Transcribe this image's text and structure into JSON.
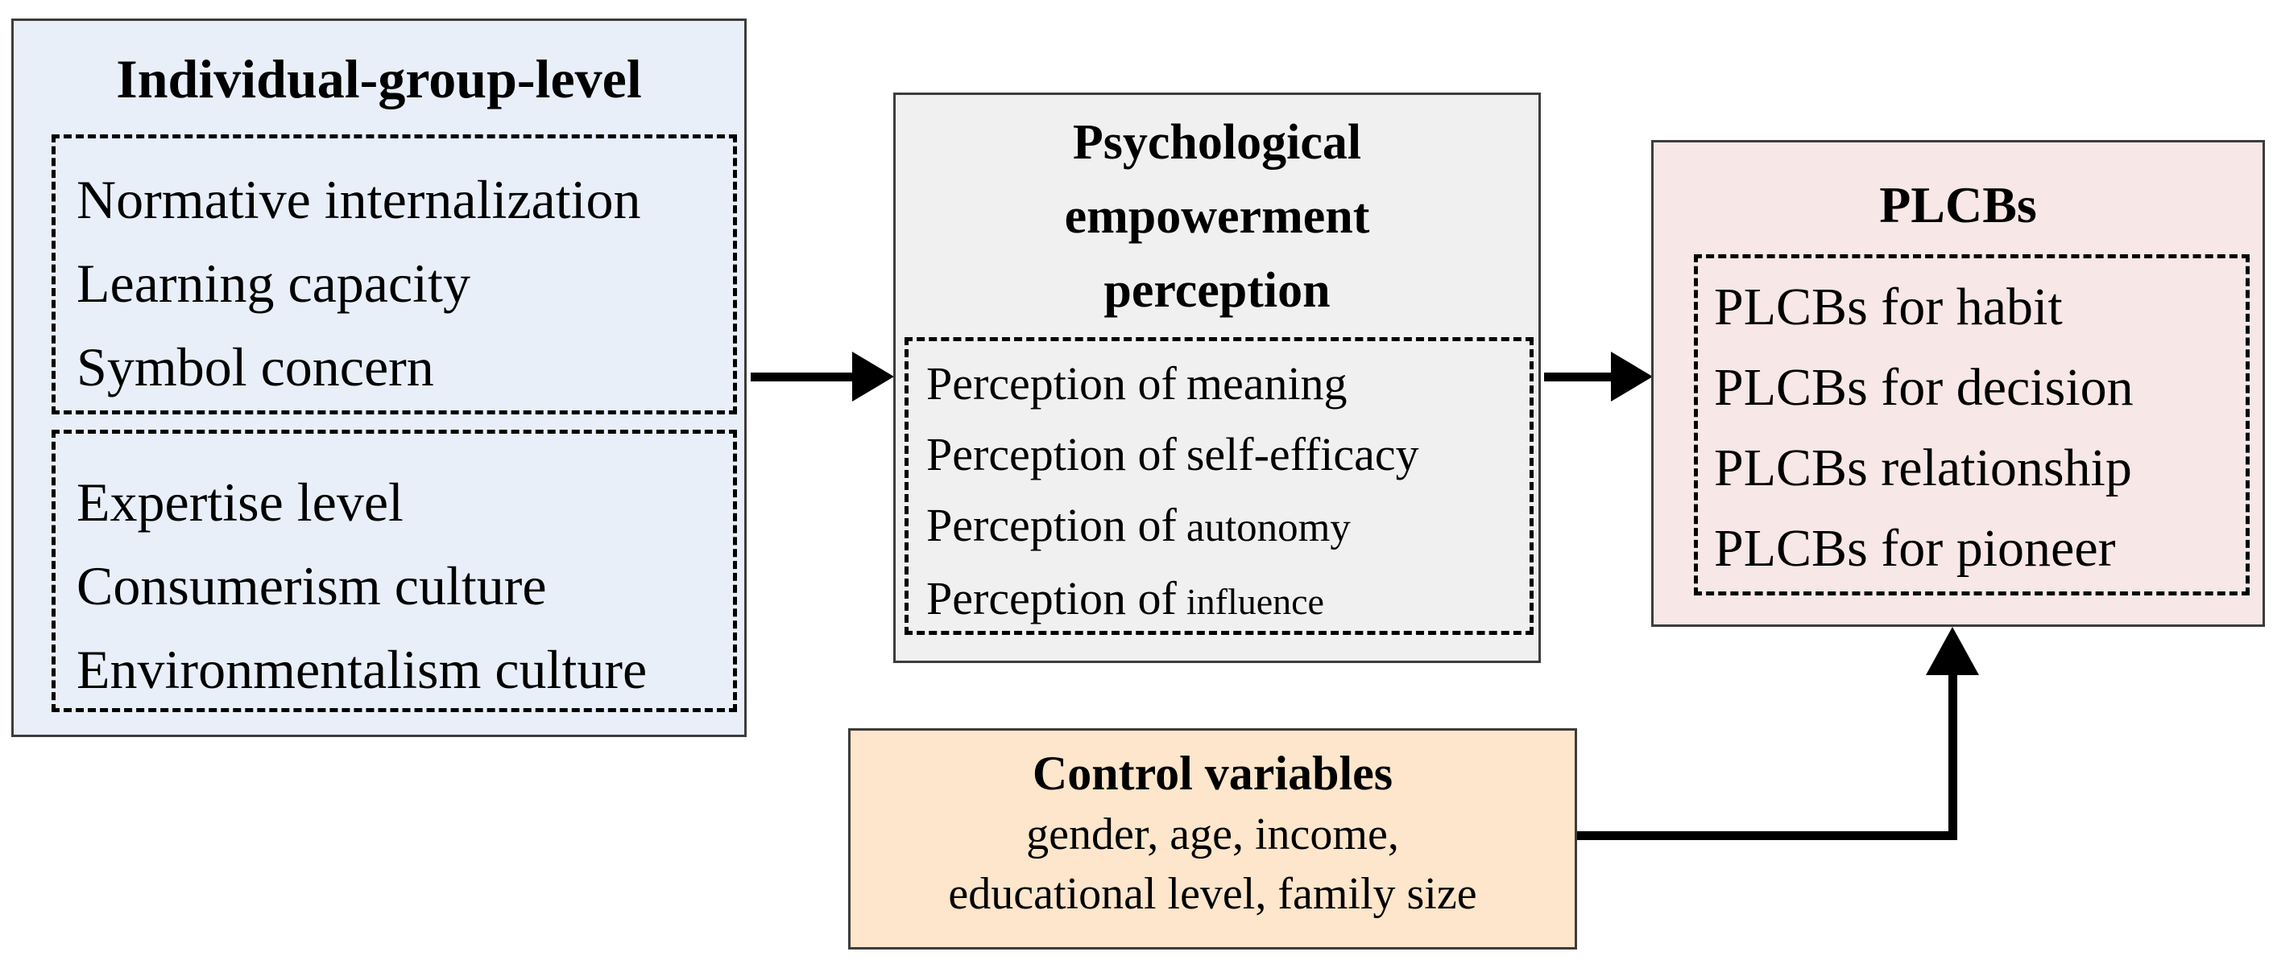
{
  "figure": {
    "type": "conceptual-framework-diagram"
  },
  "colors": {
    "individual_bg": "#e9eff9",
    "psychological_bg": "#f0f0f0",
    "plcbs_bg": "#f7e7e7",
    "control_bg": "#fde6cb",
    "line": "#000000"
  },
  "boxes": {
    "individual": {
      "title": "Individual-group-level",
      "group1": [
        "Normative internalization",
        "Learning capacity",
        "Symbol concern"
      ],
      "group2": [
        "Expertise level",
        "Consumerism culture",
        "Environmentalism culture"
      ]
    },
    "psychological": {
      "title_lines": [
        "Psychological",
        "empowerment",
        "perception"
      ],
      "items": [
        {
          "lead": "Perception of",
          "term": "meaning"
        },
        {
          "lead": "Perception of",
          "term": "self-efficacy"
        },
        {
          "lead": "Perception of",
          "term": "autonomy"
        },
        {
          "lead": "Perception of",
          "term": "influence"
        }
      ]
    },
    "plcbs": {
      "title": "PLCBs",
      "items": [
        "PLCBs for habit",
        "PLCBs for decision",
        "PLCBs relationship",
        "PLCBs for pioneer"
      ]
    },
    "control": {
      "title": "Control variables",
      "lines": [
        "gender, age, income,",
        "educational level, family size"
      ]
    }
  },
  "relations": [
    "individual-group-level -> psychological-empowerment-perception",
    "psychological-empowerment-perception -> plcbs",
    "control-variables -> plcbs"
  ]
}
